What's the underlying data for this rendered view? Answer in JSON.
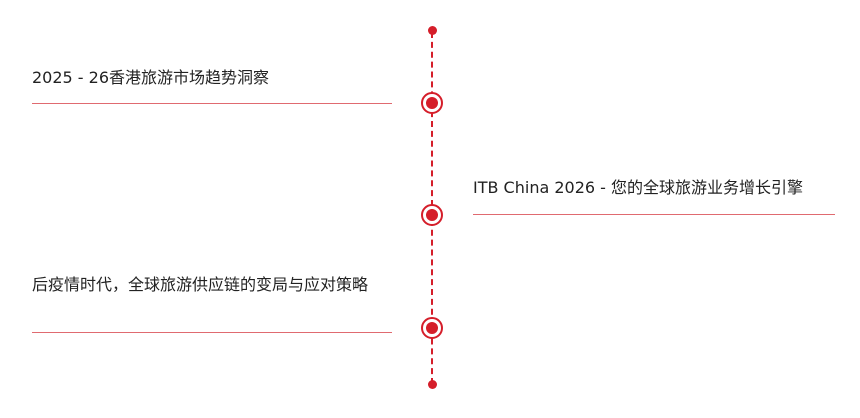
{
  "timeline": {
    "accent_color": "#d51e2a",
    "items": [
      {
        "title": "2025 - 26香港旅游市场趋势洞察"
      },
      {
        "title": "ITB China 2026 - 您的全球旅游业务增长引擎"
      },
      {
        "title": "后疫情时代，全球旅游供应链的变局与应对策略"
      }
    ]
  }
}
